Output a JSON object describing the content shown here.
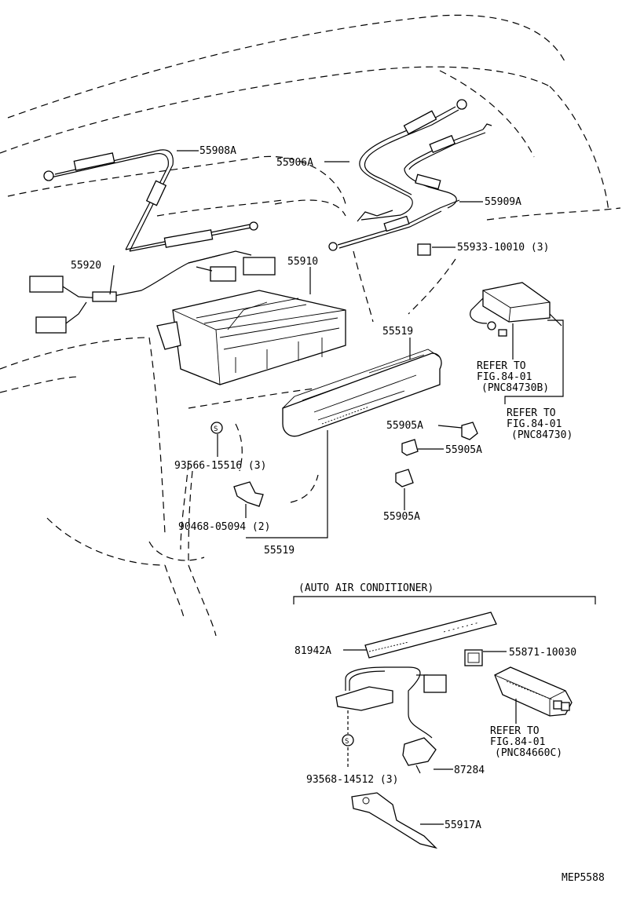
{
  "diagram": {
    "code": "MEP5588",
    "section_title": "(AUTO AIR CONDITIONER)",
    "labels": {
      "p55908A": "55908A",
      "p55906A": "55906A",
      "p55909A": "55909A",
      "p55920": "55920",
      "p55910": "55910",
      "p55933": "55933-10010 (3)",
      "p55519a": "55519",
      "p55519b": "55519",
      "p55905A_1": "55905A",
      "p55905A_2": "55905A",
      "p55905A_3": "55905A",
      "p93566": "93566-15516 (3)",
      "p90468": "90468-05094 (2)",
      "p81942A": "81942A",
      "p55871": "55871-10030",
      "p93568": "93568-14512 (3)",
      "p87284": "87284",
      "p55917A": "55917A"
    },
    "refer_blocks": [
      {
        "line1": "REFER TO",
        "line2": "FIG.84-01",
        "line3": "(PNC84730B)"
      },
      {
        "line1": "REFER TO",
        "line2": "FIG.84-01",
        "line3": "(PNC84730)"
      },
      {
        "line1": "REFER TO",
        "line2": "FIG.84-01",
        "line3": "(PNC84660C)"
      }
    ],
    "screw_symbol": "S"
  }
}
